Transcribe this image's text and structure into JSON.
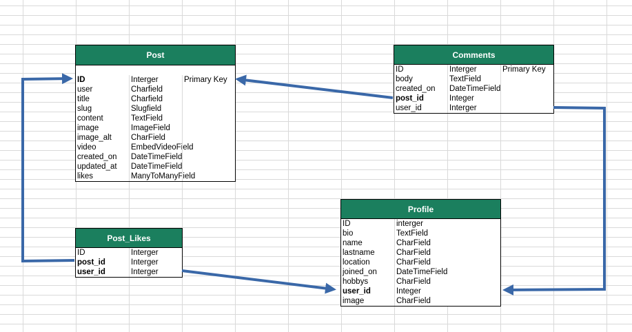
{
  "tables": {
    "post": {
      "title": "Post",
      "rows": [
        {
          "name": "ID",
          "type": "Interger",
          "note": "Primary Key",
          "bold": true
        },
        {
          "name": "user",
          "type": "Charfield",
          "note": ""
        },
        {
          "name": "title",
          "type": "Charfield",
          "note": ""
        },
        {
          "name": "slug",
          "type": "Slugfield",
          "note": ""
        },
        {
          "name": "content",
          "type": "TextField",
          "note": ""
        },
        {
          "name": "image",
          "type": "ImageField",
          "note": ""
        },
        {
          "name": "image_alt",
          "type": "CharField",
          "note": ""
        },
        {
          "name": "video",
          "type": "EmbedVideoField",
          "note": ""
        },
        {
          "name": "created_on",
          "type": "DateTimeField",
          "note": ""
        },
        {
          "name": "updated_at",
          "type": "DateTimeField",
          "note": ""
        },
        {
          "name": "likes",
          "type": "ManyToManyField",
          "note": ""
        }
      ]
    },
    "comments": {
      "title": "Comments",
      "rows": [
        {
          "name": "ID",
          "type": "Interger",
          "note": "Primary Key"
        },
        {
          "name": "body",
          "type": "TextField",
          "note": ""
        },
        {
          "name": "created_on",
          "type": "DateTimeField",
          "note": ""
        },
        {
          "name": "post_id",
          "type": "Integer",
          "note": "",
          "bold": true
        },
        {
          "name": "user_id",
          "type": "Interger",
          "note": ""
        }
      ]
    },
    "post_likes": {
      "title": "Post_Likes",
      "rows": [
        {
          "name": "ID",
          "type": "Interger"
        },
        {
          "name": "post_id",
          "type": "Interger",
          "bold": true
        },
        {
          "name": "user_id",
          "type": "Interger",
          "bold": true
        }
      ]
    },
    "profile": {
      "title": "Profile",
      "rows": [
        {
          "name": "ID",
          "type": "interger"
        },
        {
          "name": "bio",
          "type": "TextField"
        },
        {
          "name": "name",
          "type": "CharField"
        },
        {
          "name": "lastname",
          "type": "CharField"
        },
        {
          "name": "location",
          "type": "CharField"
        },
        {
          "name": "joined_on",
          "type": "DateTimeField"
        },
        {
          "name": "hobbys",
          "type": "CharField"
        },
        {
          "name": "user_id",
          "type": "Integer",
          "bold": true
        },
        {
          "name": "image",
          "type": "CharField"
        }
      ]
    }
  },
  "connectors": [
    {
      "from": "comments.post_id",
      "to": "post.ID"
    },
    {
      "from": "post_likes.post_id",
      "to": "post.ID"
    },
    {
      "from": "post_likes.user_id",
      "to": "profile.user_id"
    },
    {
      "from": "comments.user_id",
      "to": "profile.user_id"
    }
  ],
  "colors": {
    "header_bg": "#1b7f5e",
    "header_text": "#ffffff",
    "arrow": "#3a68a8",
    "gridline": "#d9d9d9"
  }
}
